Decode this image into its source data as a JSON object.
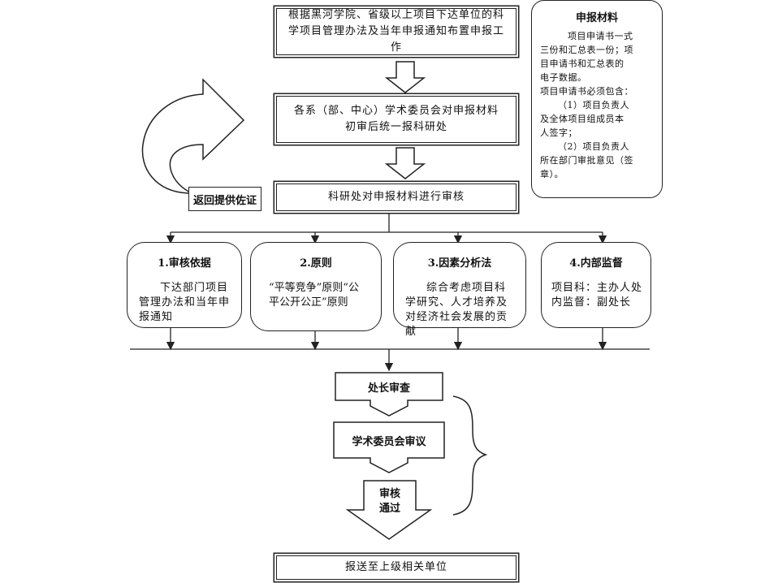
{
  "flow": {
    "step1": "根据黑河学院、省级以上项目下达单位的科学项目管理办法及当年申报通知布置申报工作",
    "step2": "各系（部、中心）学术委员会对申报材料初审后统一报科研处",
    "step3": "科研处对申报材料进行审核",
    "return_label": "返回提供佐证",
    "step_chief": "处长审查",
    "step_committee": "学术委员会审议",
    "step_pass_line1": "审核",
    "step_pass_line2": "通过",
    "step_final": "报送至上级相关单位"
  },
  "materials": {
    "title": "申报材料",
    "lines": [
      "项目申请书一式",
      "三份和汇总表一份；项",
      "目申请书和汇总表的",
      "电子数据。",
      "项目申请书必须包含：",
      "（1）项目负责人",
      "及全体项目组成员本",
      "人签字；",
      "（2）项目负责人",
      "所在部门审批意见（签",
      "章）。"
    ]
  },
  "criteria": [
    {
      "title": "1.审核依据",
      "body": "下达部门项目管理办法和当年申报通知"
    },
    {
      "title": "2.原则",
      "body": "“平等竞争”原则“公平公开公正”原则"
    },
    {
      "title": "3.因素分析法",
      "body": "综合考虑项目科学研究、人才培养及对经济社会发展的贡献"
    },
    {
      "title": "4.内部监督",
      "body": "项目科：主办人处内监督：副处长"
    }
  ]
}
